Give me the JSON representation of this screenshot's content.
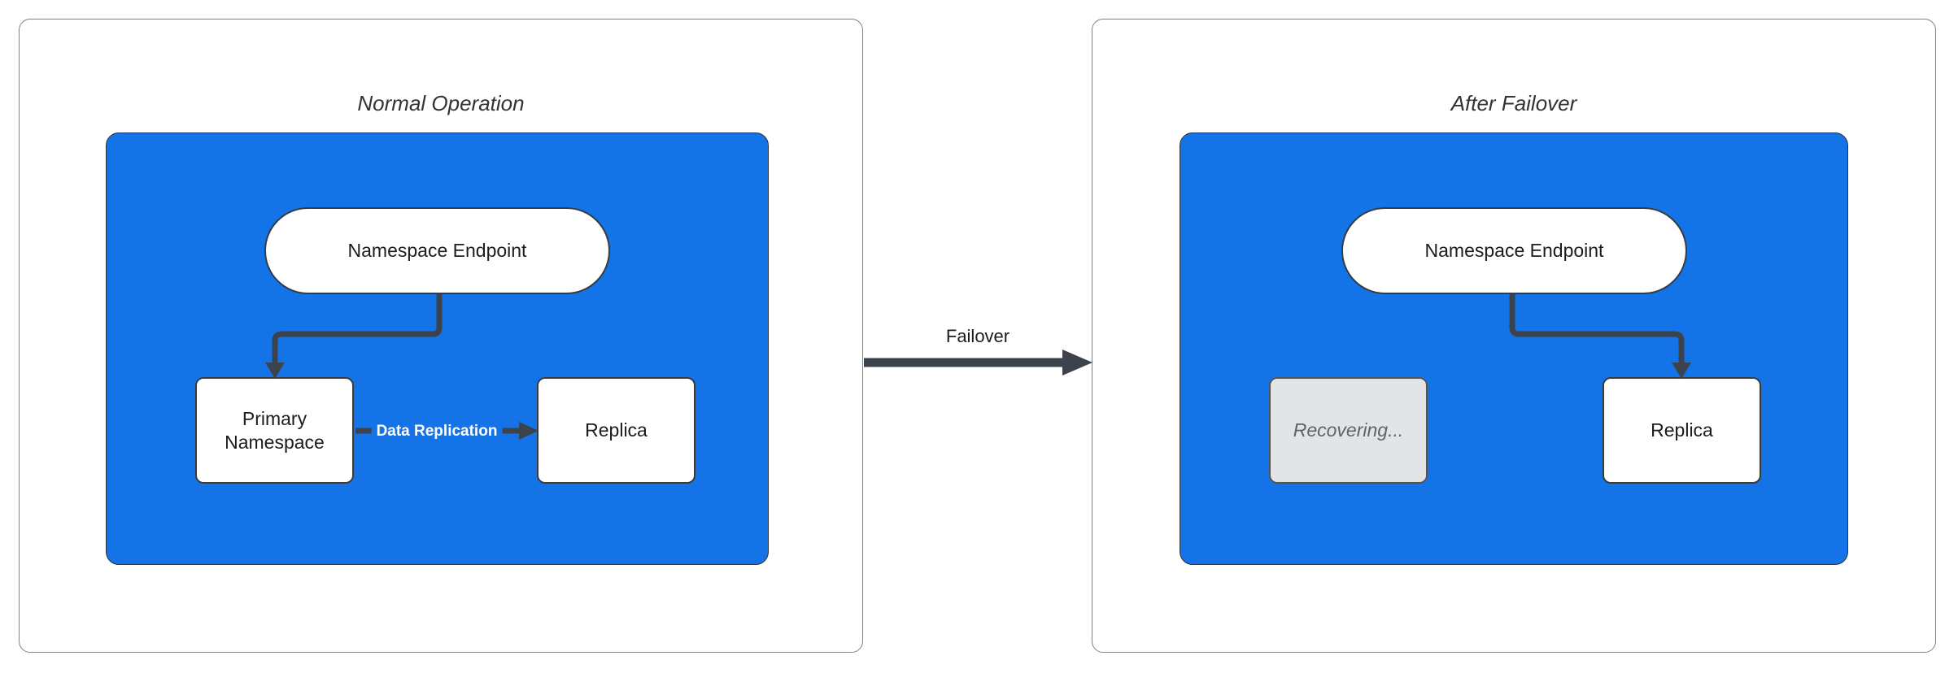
{
  "diagram": {
    "left_panel": {
      "title": "Normal Operation",
      "endpoint_label": "Namespace Endpoint",
      "primary_label": "Primary\nNamespace",
      "replica_label": "Replica",
      "replication_edge_label": "Data Replication"
    },
    "failover_edge_label": "Failover",
    "right_panel": {
      "title": "After Failover",
      "endpoint_label": "Namespace Endpoint",
      "recovering_label": "Recovering...",
      "replica_label": "Replica"
    },
    "colors": {
      "cluster_blue": "#1473e6",
      "arrow_dark": "#3c434d",
      "node_border": "#363b42",
      "recovering_fill": "#e3e4e6",
      "recovering_text": "#5f6469"
    }
  }
}
